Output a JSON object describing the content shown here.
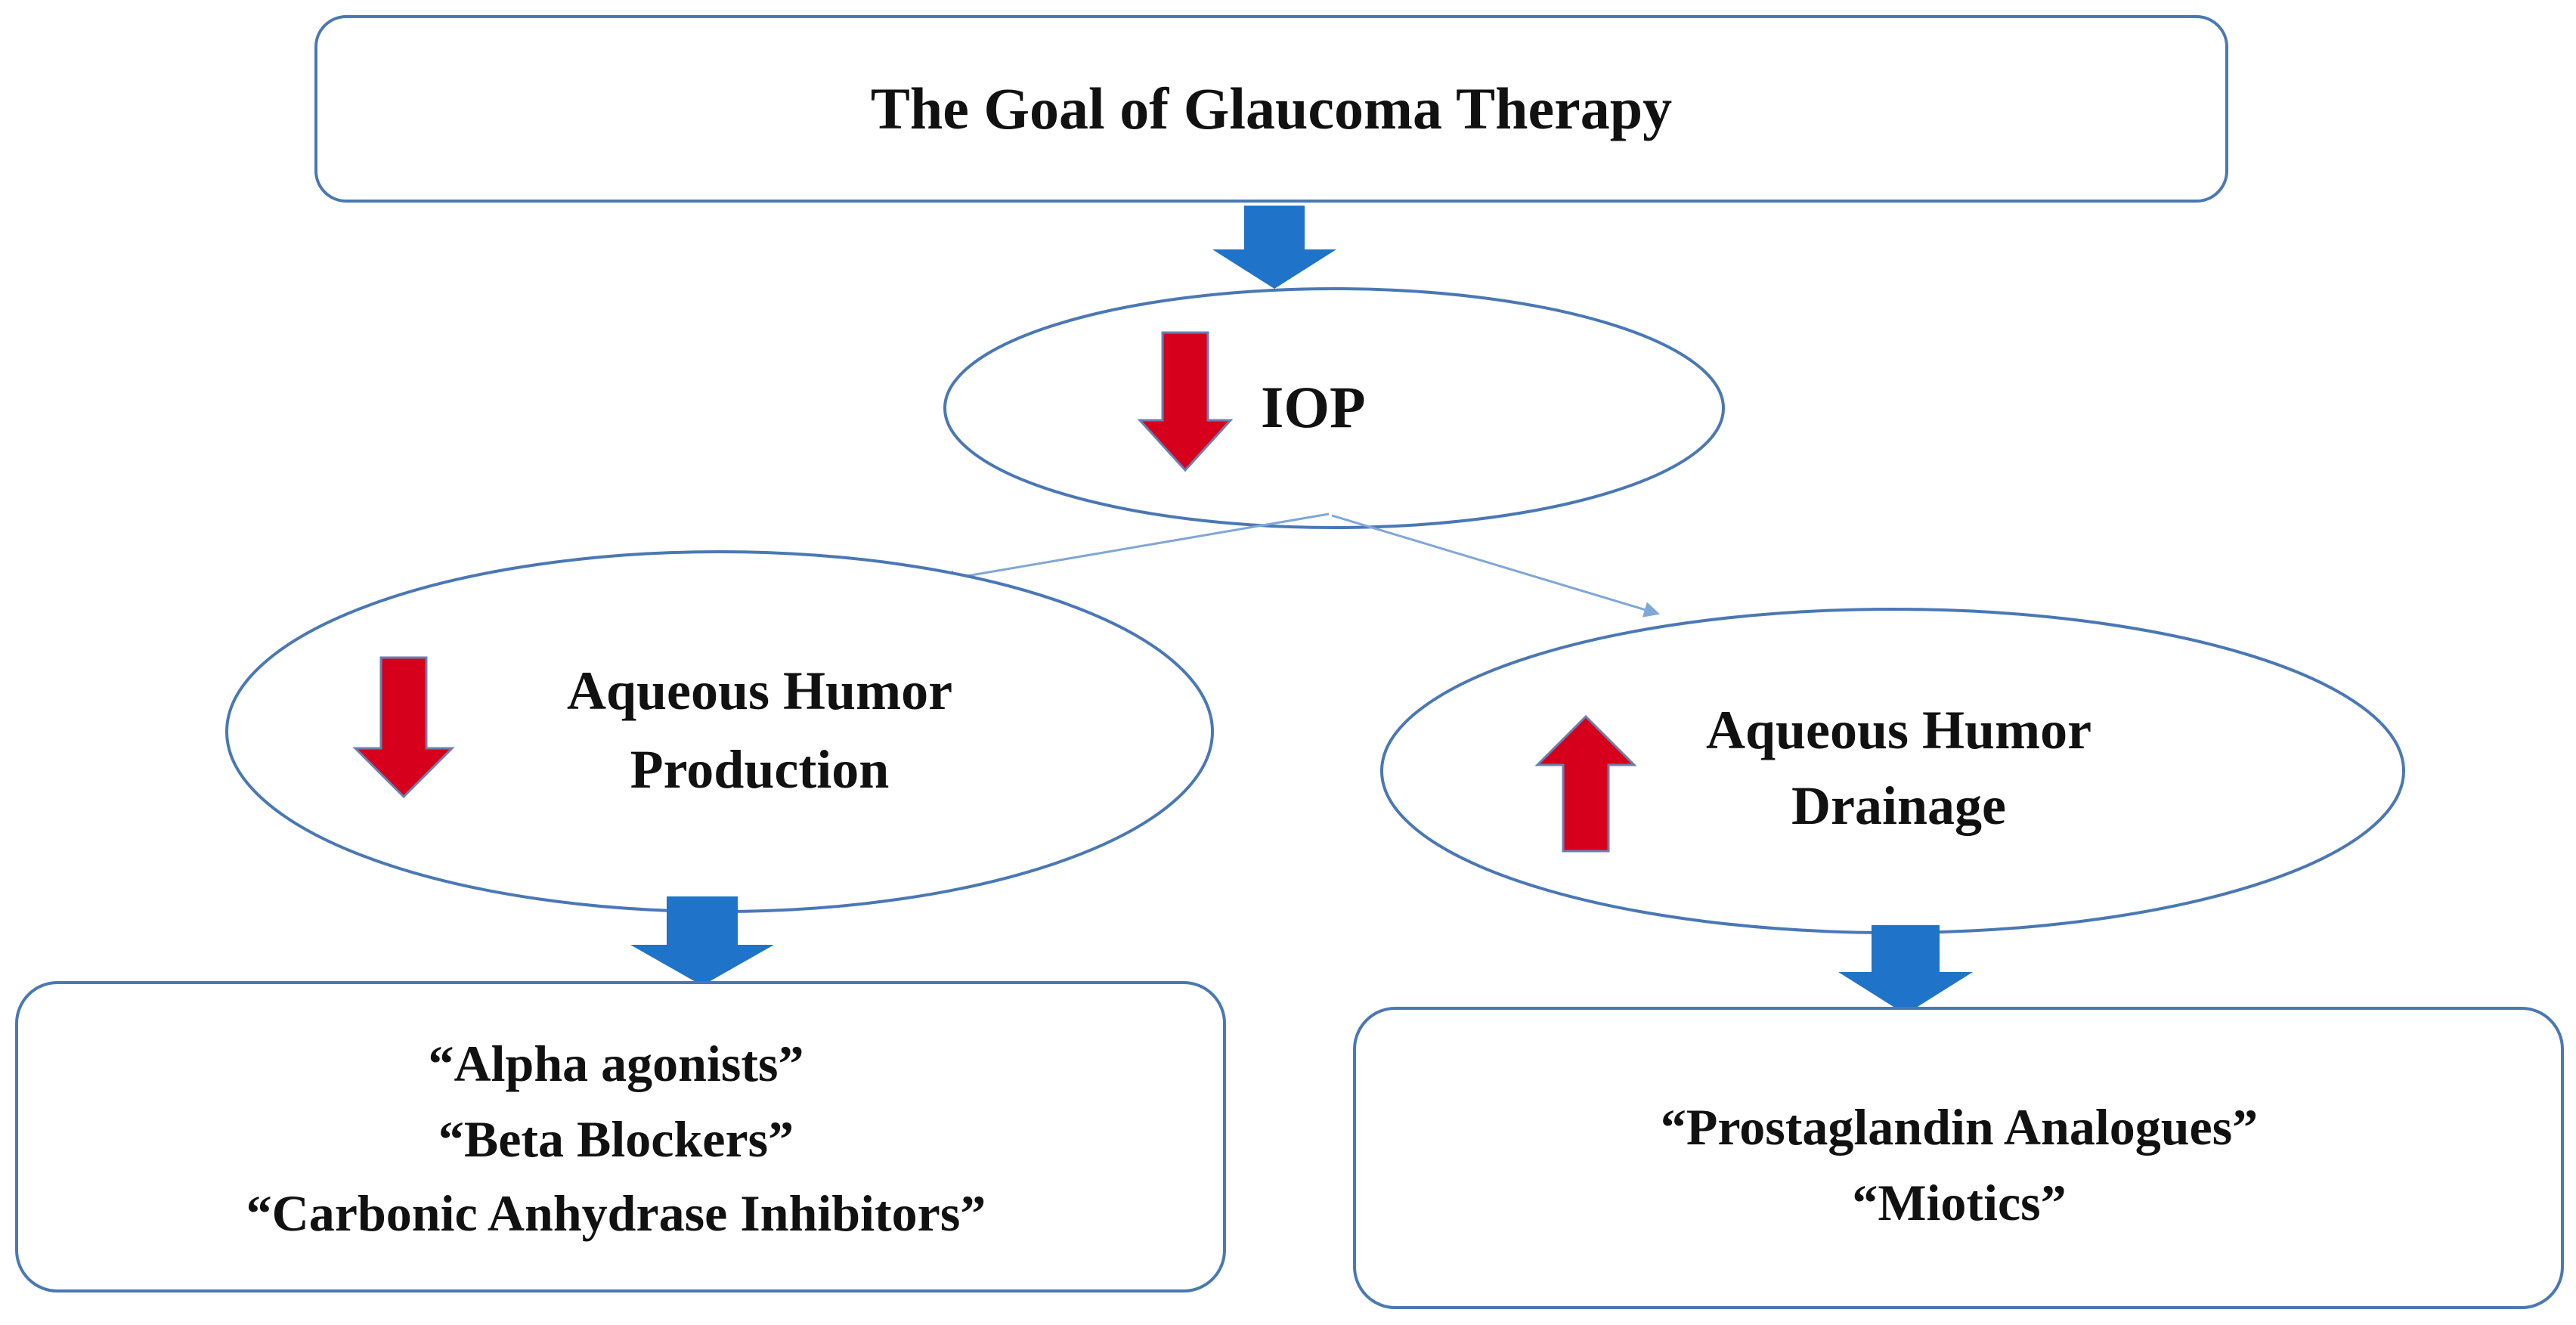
{
  "title": "The Goal of Glaucoma Therapy",
  "iop": "IOP",
  "production": {
    "line1": "Aqueous Humor",
    "line2": "Production",
    "direction": "decrease"
  },
  "drainage": {
    "line1": "Aqueous Humor",
    "line2": "Drainage",
    "direction": "increase"
  },
  "production_drugs": [
    "“Alpha agonists”",
    "“Beta Blockers”",
    "“Carbonic Anhydrase Inhibitors”"
  ],
  "drainage_drugs": [
    "“Prostaglandin Analogues”",
    "“Miotics”"
  ],
  "colors": {
    "border": "#4a78b5",
    "flow_arrow": "#1f73c8",
    "red_arrow": "#d6001c",
    "connector": "#7fa7d8"
  },
  "icons": {
    "iop_indicator": "down-arrow-red",
    "production_indicator": "down-arrow-red",
    "drainage_indicator": "up-arrow-red",
    "flow": "down-arrow-blue"
  }
}
